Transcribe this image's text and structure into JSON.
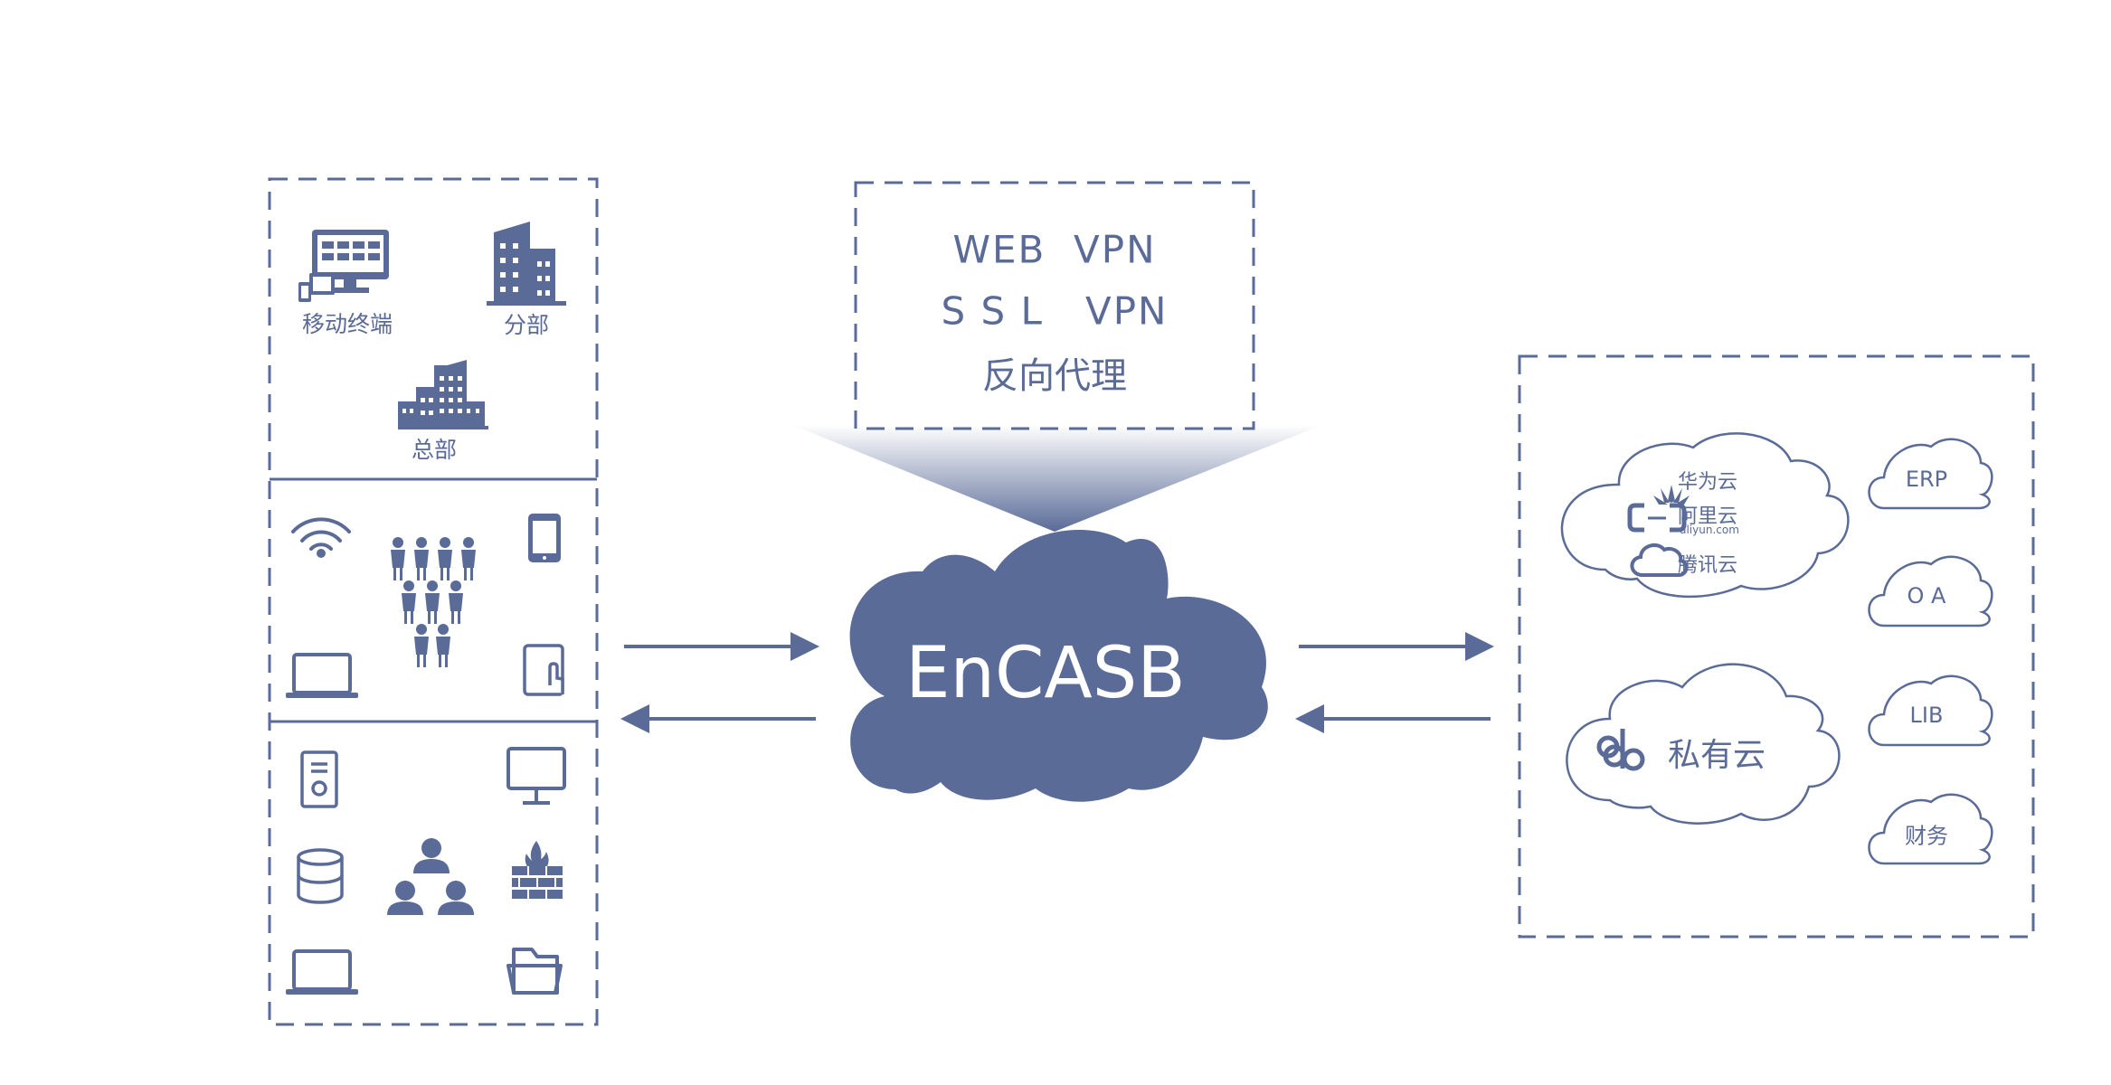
{
  "left_panel": {
    "sites": {
      "mobile_label": "移动终端",
      "branch_label": "分部",
      "hq_label": "总部"
    }
  },
  "gateway": {
    "modes": [
      "WEB  VPN",
      "S S L   VPN",
      "反向代理"
    ],
    "core_label": "EnCASB"
  },
  "right_panel": {
    "public_cloud": {
      "providers": [
        {
          "name": "华为云"
        },
        {
          "name": "阿里云",
          "sub": "aliyun.com"
        },
        {
          "name": "腾讯云"
        }
      ]
    },
    "private_cloud_label": "私有云",
    "apps": [
      "ERP",
      "O A",
      "LIB",
      "财务"
    ]
  },
  "colors": {
    "primary": "#5a6b98",
    "border": "#5a6b98",
    "background": "#ffffff"
  }
}
